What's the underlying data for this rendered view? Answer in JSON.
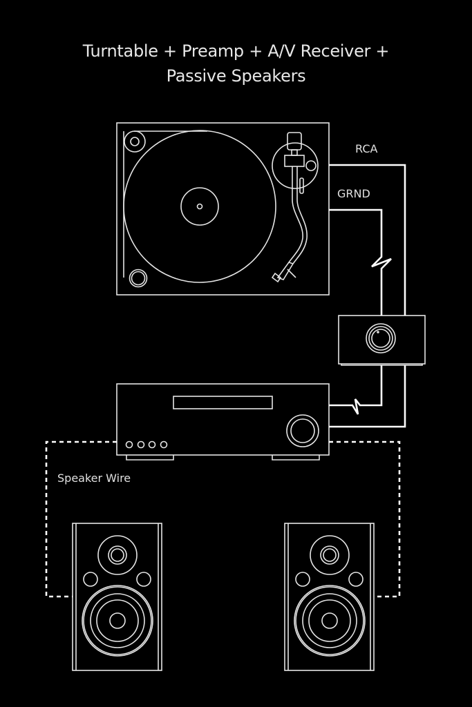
{
  "title": {
    "line1": "Turntable + Preamp + A/V Receiver +",
    "line2": "Passive Speakers"
  },
  "labels": {
    "rca": "RCA",
    "grnd": "GRND",
    "speaker_wire": "Speaker Wire"
  },
  "components": [
    "turntable",
    "preamp",
    "av-receiver",
    "left-speaker",
    "right-speaker"
  ],
  "colors": {
    "background": "#000000",
    "line": "#e6e6e6",
    "cable": "#ffffff"
  }
}
